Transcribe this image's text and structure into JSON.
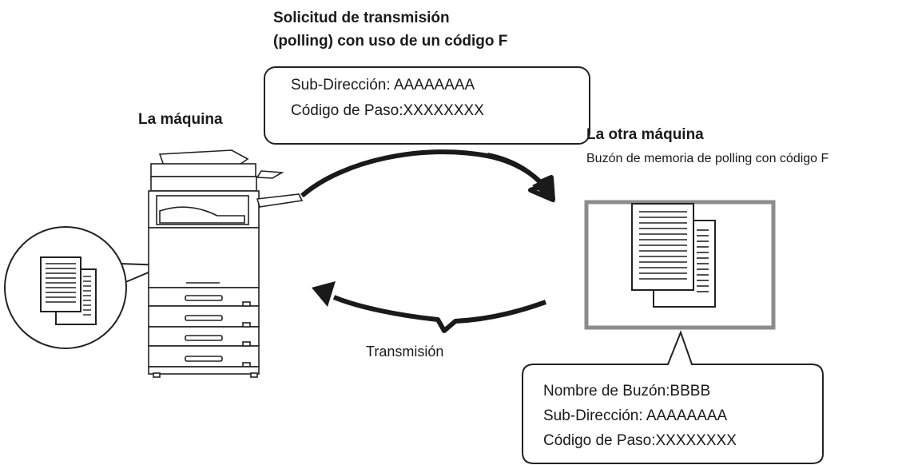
{
  "request": {
    "title_line1": "Solicitud de transmisión",
    "title_line2": "(polling) con uso de un código F",
    "sub_address": "Sub-Dirección:  AAAAAAAA",
    "passcode": "Código de Paso:XXXXXXXX"
  },
  "machine": {
    "title": "La máquina"
  },
  "other_machine": {
    "title": "La otra máquina",
    "subtitle": "Buzón de memoria de polling con código F"
  },
  "transmission_label": "Transmisión",
  "box_info": {
    "box_name": "Nombre de Buzón:BBBB",
    "sub_address": "Sub-Dirección:  AAAAAAAA",
    "passcode": "Código de Paso:XXXXXXXX"
  }
}
